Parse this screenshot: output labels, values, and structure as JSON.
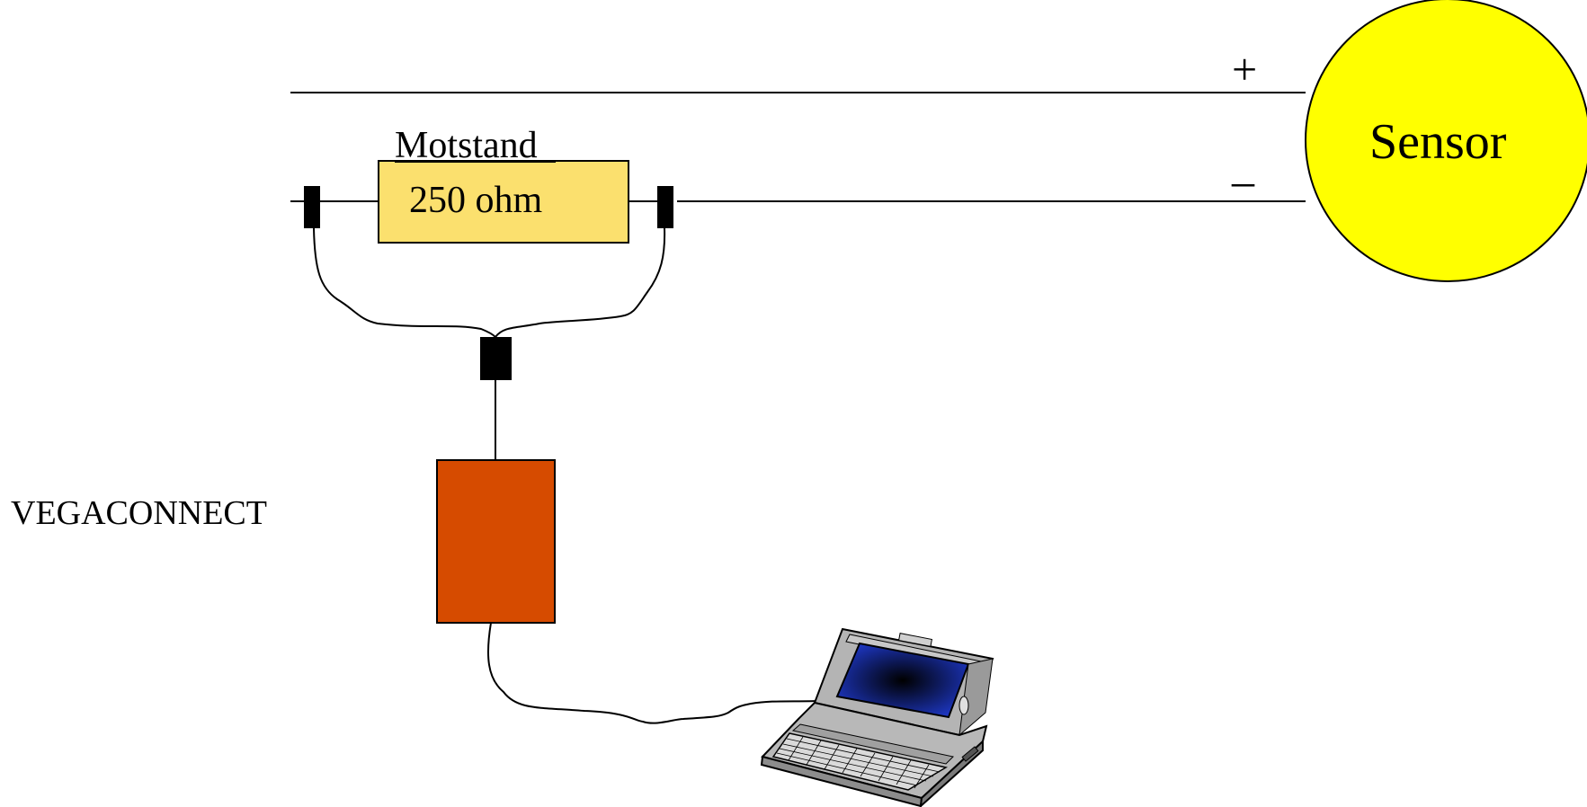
{
  "diagram": {
    "resistor": {
      "title": "Motstand",
      "value": "250 ohm"
    },
    "sensor": {
      "label": "Sensor"
    },
    "polarity": {
      "plus": "+",
      "minus": "–"
    },
    "interface": {
      "label": "VEGACONNECT"
    }
  },
  "colors": {
    "resistor_fill": "#FBE06E",
    "sensor_fill": "#FFFF00",
    "interface_fill": "#D64B00",
    "connector_fill": "#000000",
    "laptop_screen": "#1E38C8",
    "laptop_body": "#B4B4B4"
  },
  "icons": {
    "laptop": "laptop-icon"
  }
}
